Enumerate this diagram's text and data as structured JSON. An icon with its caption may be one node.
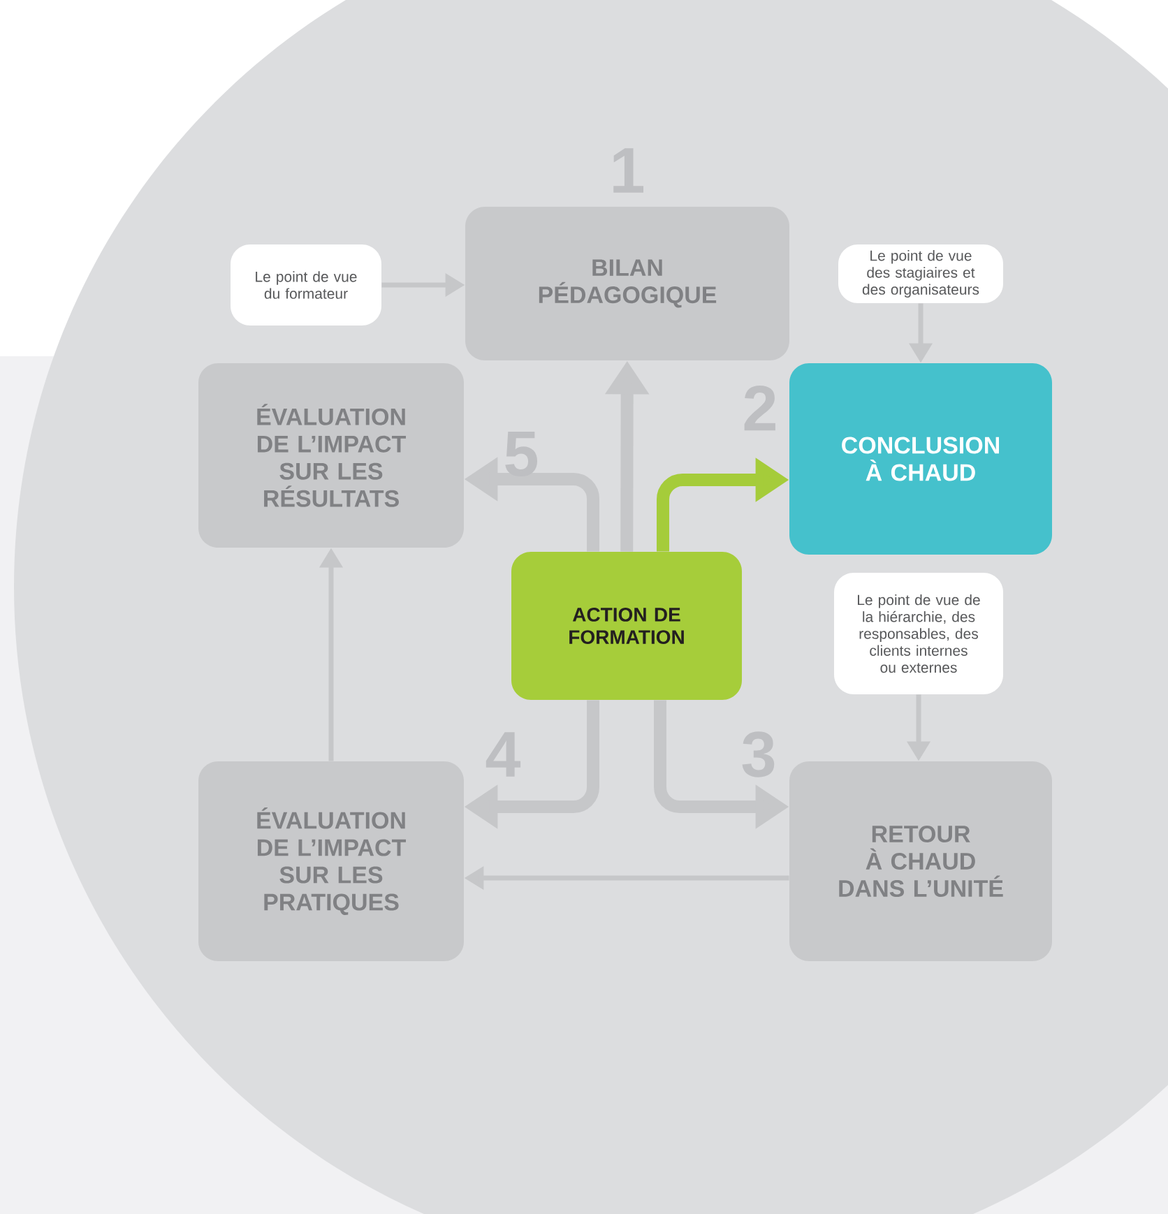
{
  "diagram": {
    "nodes": [
      {
        "text": [
          "BILAN PÉDAGOGIQUE"
        ]
      },
      {
        "text": [
          "Le point de vue du formateur"
        ]
      },
      {
        "text": [
          "Le point de vue des stagiaires et des organisateurs"
        ]
      },
      {
        "text": [
          "ÉVALUATION DE L’IMPACT SUR LES RÉSULTATS"
        ]
      },
      {
        "text": [
          "CONCLUSION À CHAUD"
        ]
      },
      {
        "text": [
          "ACTION DE FORMATION"
        ]
      },
      {
        "text": [
          "Le point de vue de la hiérarchie, des responsables, des clients internes ou externes"
        ]
      },
      {
        "text": [
          "ÉVALUATION DE L’IMPACT SUR LES PRATIQUES"
        ]
      },
      {
        "text": [
          "RETOUR À CHAUD DANS L’UNITÉ"
        ]
      }
    ],
    "edges": [
      {
        "from": 1,
        "to": 0,
        "arrow": "to"
      },
      {
        "from": 2,
        "to": 4,
        "arrow": "to"
      },
      {
        "from": 5,
        "to": 0,
        "arrow": "to",
        "style": "thick"
      },
      {
        "from": 5,
        "to": 4,
        "arrow": "to",
        "style": "thick",
        "color": "#a5cc3a"
      },
      {
        "from": 5,
        "to": 3,
        "arrow": "to",
        "style": "thick"
      },
      {
        "from": 6,
        "to": 8,
        "arrow": "to"
      },
      {
        "from": 5,
        "to": 7,
        "arrow": "to",
        "style": "thick"
      },
      {
        "from": 5,
        "to": 8,
        "arrow": "to",
        "style": "thick"
      },
      {
        "from": 8,
        "to": 7,
        "arrow": "to"
      },
      {
        "from": 7,
        "to": 3,
        "arrow": "to"
      }
    ],
    "labels": [
      "1",
      "5",
      "2",
      "4",
      "3"
    ]
  }
}
